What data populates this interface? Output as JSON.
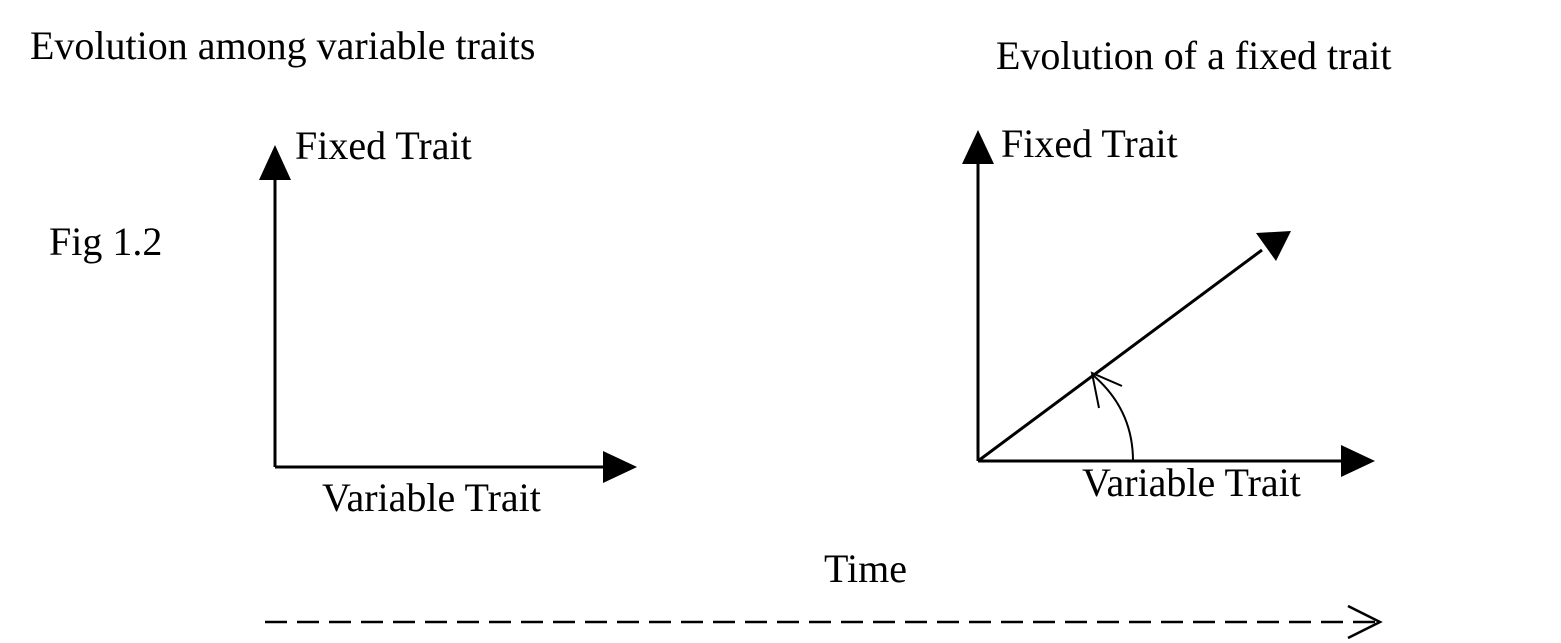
{
  "left_panel": {
    "title": "Evolution among variable traits",
    "y_axis_label": "Fixed Trait",
    "x_axis_label": "Variable Trait"
  },
  "figure_label": "Fig 1.2",
  "right_panel": {
    "title": "Evolution of a fixed trait",
    "y_axis_label": "Fixed Trait",
    "x_axis_label": "Variable Trait"
  },
  "timeline": {
    "label": "Time"
  },
  "colors": {
    "ink": "#000000",
    "background": "#ffffff"
  }
}
